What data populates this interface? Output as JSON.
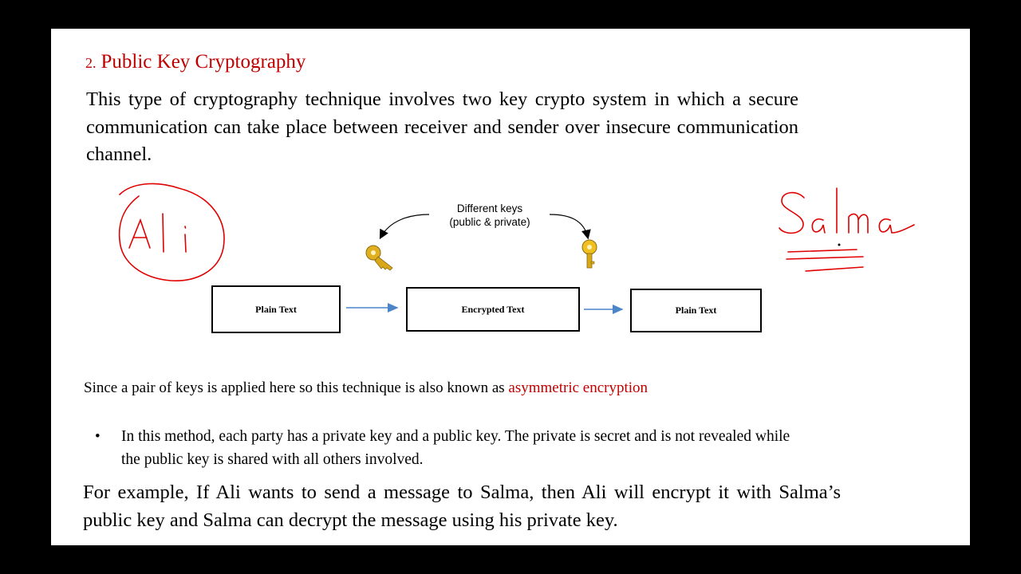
{
  "slide": {
    "title_number": "2.",
    "title": "Public Key Cryptography",
    "intro": "This type of cryptography technique involves two key crypto system in which a secure communication can take place between receiver and sender over insecure communication channel.",
    "diagram": {
      "keys_label_line1": "Different keys",
      "keys_label_line2": "(public & private)",
      "box_left": "Plain Text",
      "box_middle": "Encrypted Text",
      "box_right": "Plain Text"
    },
    "annotations": {
      "left_name": "Ali",
      "right_name": "Salma",
      "ink_color": "#e00000"
    },
    "note_prefix": "Since a pair of keys is applied here so this technique is also known as ",
    "note_highlight": "asymmetric encryption",
    "bullet_symbol": "•",
    "bullet_text": "In this method, each party has a private key and a public key. The private is secret and is not revealed while the public key is shared with all others involved.",
    "example": "For example, If Ali wants to send a message to Salma, then Ali will encrypt it with Salma’s public key and Salma can decrypt the message using his private key."
  },
  "colors": {
    "title": "#c00000",
    "arrow": "#4a86c8",
    "key_gold": "#e0b020"
  }
}
